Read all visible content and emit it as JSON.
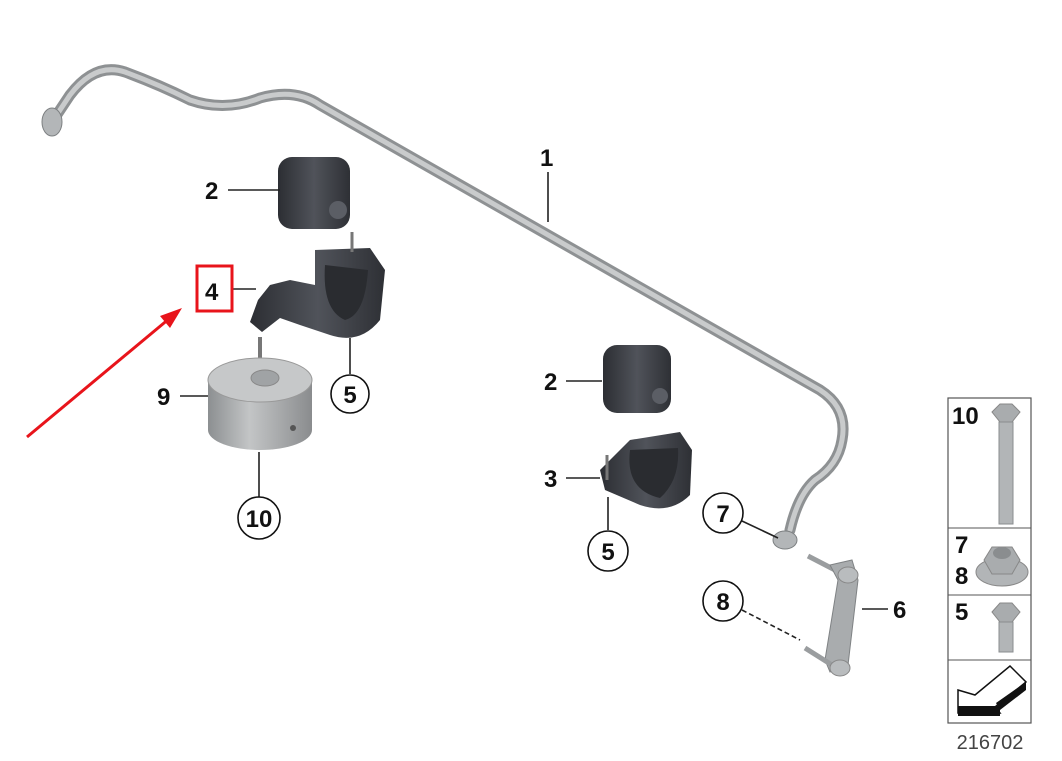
{
  "diagram": {
    "callouts": {
      "bar": "1",
      "bushing_left": "2",
      "bushing_right": "2",
      "bracket_right": "3",
      "bracket_left": "4",
      "bracket_screw_left": "5",
      "bracket_screw_right": "5",
      "link": "6",
      "nut_upper": "7",
      "nut_lower": "8",
      "damper": "9",
      "damper_bolt": "10"
    },
    "legend": {
      "row1": "10",
      "row2a": "7",
      "row2b": "8",
      "row3": "5"
    },
    "diagram_number": "216702",
    "highlight_color": "#e8141b",
    "part_color": "#a9acae",
    "rubber_color": "#3d3f45"
  }
}
